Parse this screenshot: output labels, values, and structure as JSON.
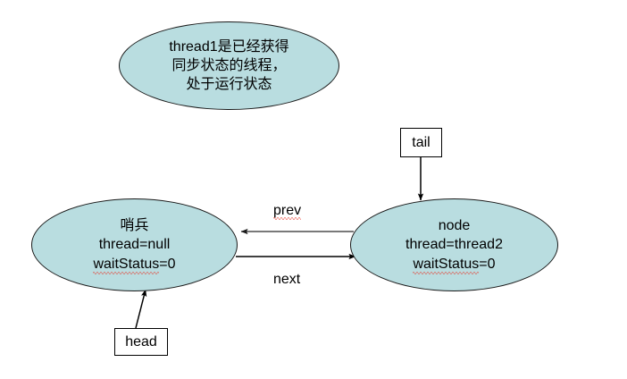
{
  "diagram": {
    "title": "AQS sync queue node diagram",
    "background_color": "#ffffff",
    "node_fill_color": "#b9dde0",
    "node_stroke_color": "#1a1a1a",
    "spellcheck_underline_color": "#e8362a"
  },
  "nodes": {
    "thread1_note": {
      "line1": "thread1是已经获得",
      "line2": "同步状态的线程，",
      "line3": "处于运行状态"
    },
    "sentinel": {
      "line1": "哨兵",
      "line2": "thread=null",
      "line3_prefix": "waitStatus",
      "line3_suffix": "=0"
    },
    "node": {
      "line1": "node",
      "line2": "thread=thread2",
      "line3_prefix": "waitStatus",
      "line3_suffix": "=0"
    }
  },
  "pointers": {
    "tail": "tail",
    "head": "head"
  },
  "edges": {
    "prev": "prev",
    "next": "next"
  }
}
